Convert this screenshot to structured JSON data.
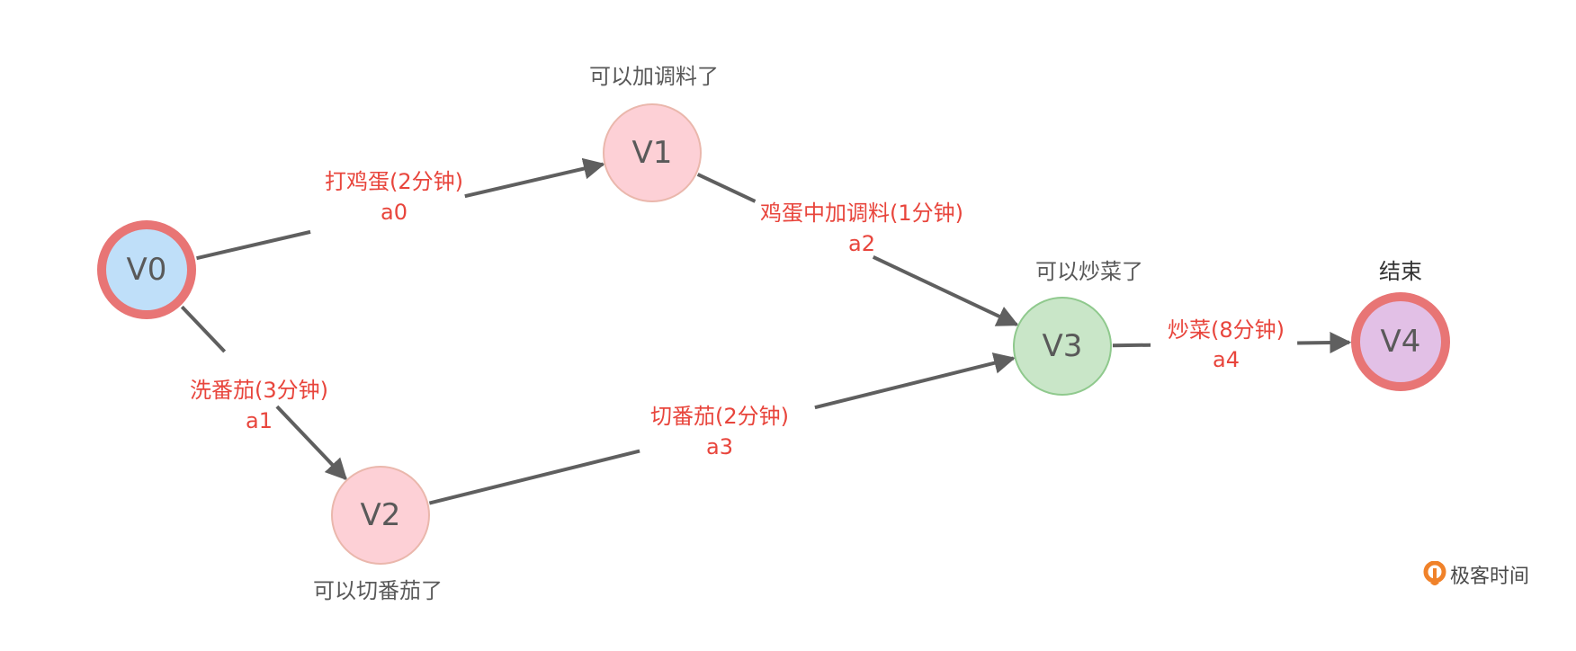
{
  "diagram": {
    "type": "AOE activity network",
    "nodes": [
      {
        "id": "V0",
        "label": "V0",
        "state": "",
        "fill": "#bfdff9",
        "stroke": "#e87575",
        "terminal": true
      },
      {
        "id": "V1",
        "label": "V1",
        "state": "可以加调料了",
        "fill": "#fdd0d6",
        "stroke": "#eab7ac",
        "terminal": false
      },
      {
        "id": "V2",
        "label": "V2",
        "state": "可以切番茄了",
        "fill": "#fdd0d6",
        "stroke": "#eab7ac",
        "terminal": false
      },
      {
        "id": "V3",
        "label": "V3",
        "state": "可以炒菜了",
        "fill": "#c9e6c8",
        "stroke": "#8fc98d",
        "terminal": false
      },
      {
        "id": "V4",
        "label": "V4",
        "state": "结束",
        "fill": "#e2c0e6",
        "stroke": "#e87575",
        "terminal": true
      }
    ],
    "edges": [
      {
        "id": "a0",
        "from": "V0",
        "to": "V1",
        "activity": "打鸡蛋(2分钟)",
        "name": "a0",
        "minutes": 2
      },
      {
        "id": "a1",
        "from": "V0",
        "to": "V2",
        "activity": "洗番茄(3分钟)",
        "name": "a1",
        "minutes": 3
      },
      {
        "id": "a2",
        "from": "V1",
        "to": "V3",
        "activity": "鸡蛋中加调料(1分钟)",
        "name": "a2",
        "minutes": 1
      },
      {
        "id": "a3",
        "from": "V2",
        "to": "V3",
        "activity": "切番茄(2分钟)",
        "name": "a3",
        "minutes": 2
      },
      {
        "id": "a4",
        "from": "V3",
        "to": "V4",
        "activity": "炒菜(8分钟)",
        "name": "a4",
        "minutes": 8
      }
    ],
    "colors": {
      "edge": "#5f5f5f",
      "edge_label": "#e8453c",
      "node_text": "#595959",
      "logo_orange": "#f0822a"
    }
  },
  "watermark": {
    "brand": "极客时间",
    "icon": "geektime-logo-icon"
  }
}
